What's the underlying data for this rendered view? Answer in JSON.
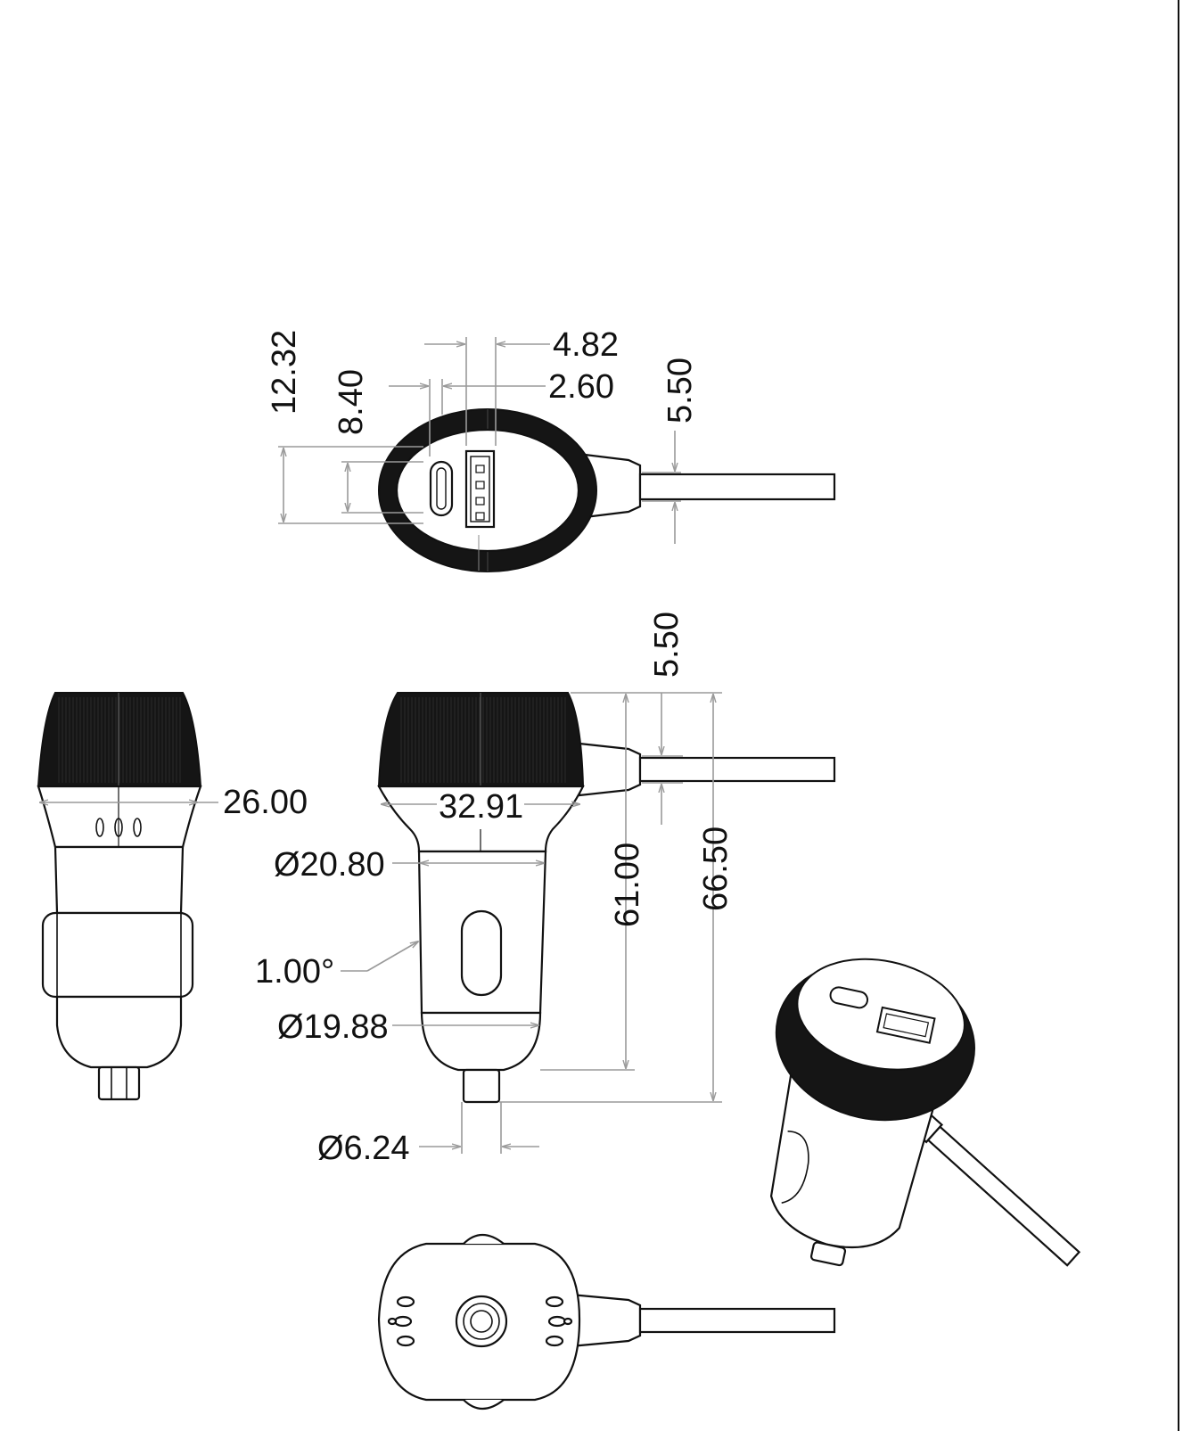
{
  "drawing": {
    "title": "",
    "dimensions": {
      "top_view": {
        "overall_height": "12.32",
        "port_c_height": "8.40",
        "port_a_width": "4.82",
        "port_c_width": "2.60",
        "cable_diameter": "5.50"
      },
      "front_view": {
        "cable_diameter": "5.50",
        "head_width": "32.91",
        "barrel_diameter": "Ø20.80",
        "draft_angle": "1.00°",
        "barrel_tip_diameter": "Ø19.88",
        "tip_diameter": "Ø6.24",
        "length_to_tip_shoulder": "61.00",
        "overall_length": "66.50"
      },
      "side_view": {
        "head_width": "26.00"
      }
    },
    "colors": {
      "line": "#111111",
      "dimension_line": "#9a9a9a",
      "head": "#151515",
      "background": "#ffffff"
    }
  }
}
